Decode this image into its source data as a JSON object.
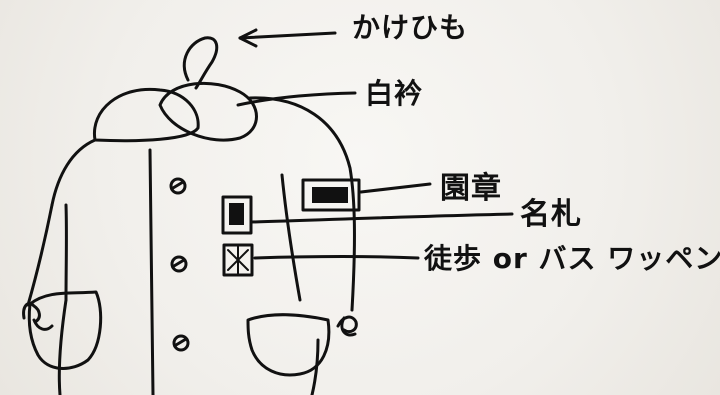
{
  "labels": {
    "hanging_loop": "かけひも",
    "white_collar": "白衿",
    "school_badge": "園章",
    "name_tag": "名札",
    "patch": "徒歩 or バス ワッペン"
  },
  "colors": {
    "ink": "#111111",
    "paper": "#f5f3ef"
  }
}
